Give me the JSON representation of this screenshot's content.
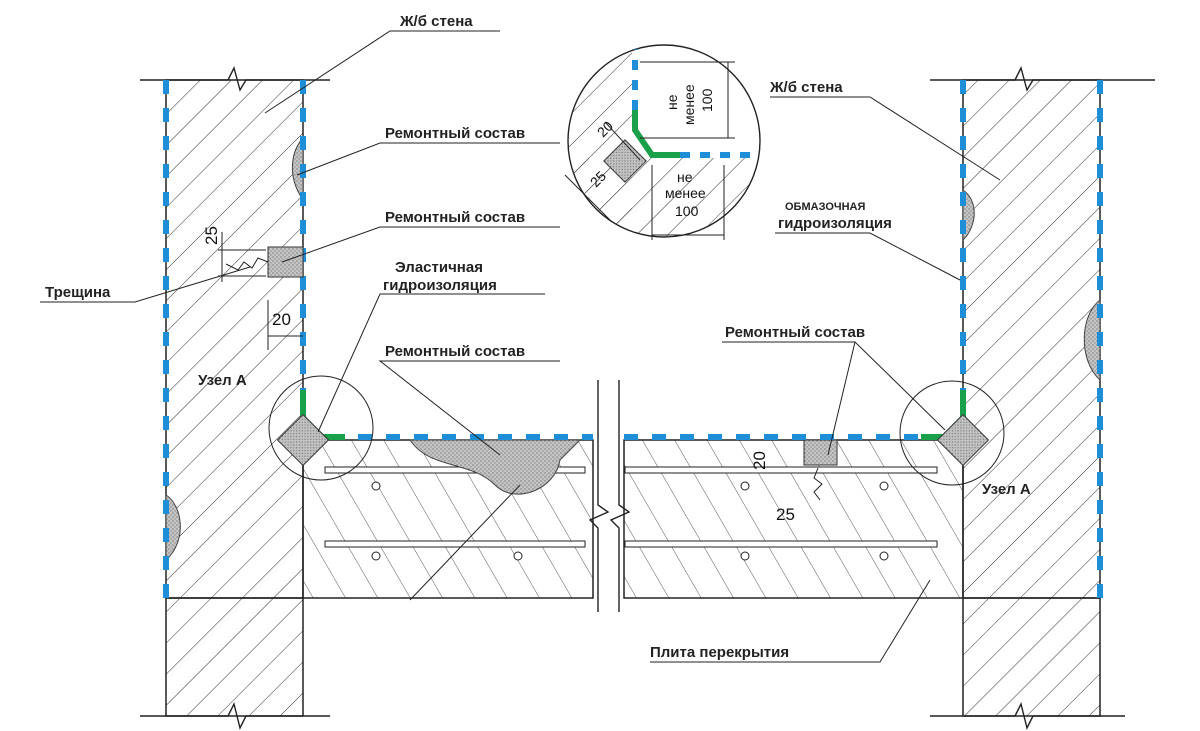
{
  "labels": {
    "wall_top_left": "Ж/б стена",
    "wall_top_right": "Ж/б стена",
    "repair_1": "Ремонтный состав",
    "repair_2": "Ремонтный состав",
    "repair_3": "Ремонтный состав",
    "repair_4": "Ремонтный состав",
    "crack": "Трещина",
    "elastic_line1": "Эластичная",
    "elastic_line2": "гидроизоляция",
    "coating_line1": "обмазочная",
    "coating_line2": "гидроизоляция",
    "node_left": "Узел А",
    "node_right": "Узел А",
    "slab": "Плита перекрытия"
  },
  "dimensions": {
    "crack_h": "25",
    "crack_w": "20",
    "floor_repair_h": "20",
    "floor_repair_w": "25",
    "detail_20": "20",
    "detail_25": "25",
    "detail_v_line1": "не",
    "detail_v_line2": "менее",
    "detail_v_line3": "100",
    "detail_h_line1": "не",
    "detail_h_line2": "менее",
    "detail_h_line3": "100"
  },
  "colors": {
    "waterproofing_blue": "#1e8fd6",
    "elastic_green": "#1aa04a",
    "repair_fill": "#b8b8b8",
    "line": "#222222"
  }
}
